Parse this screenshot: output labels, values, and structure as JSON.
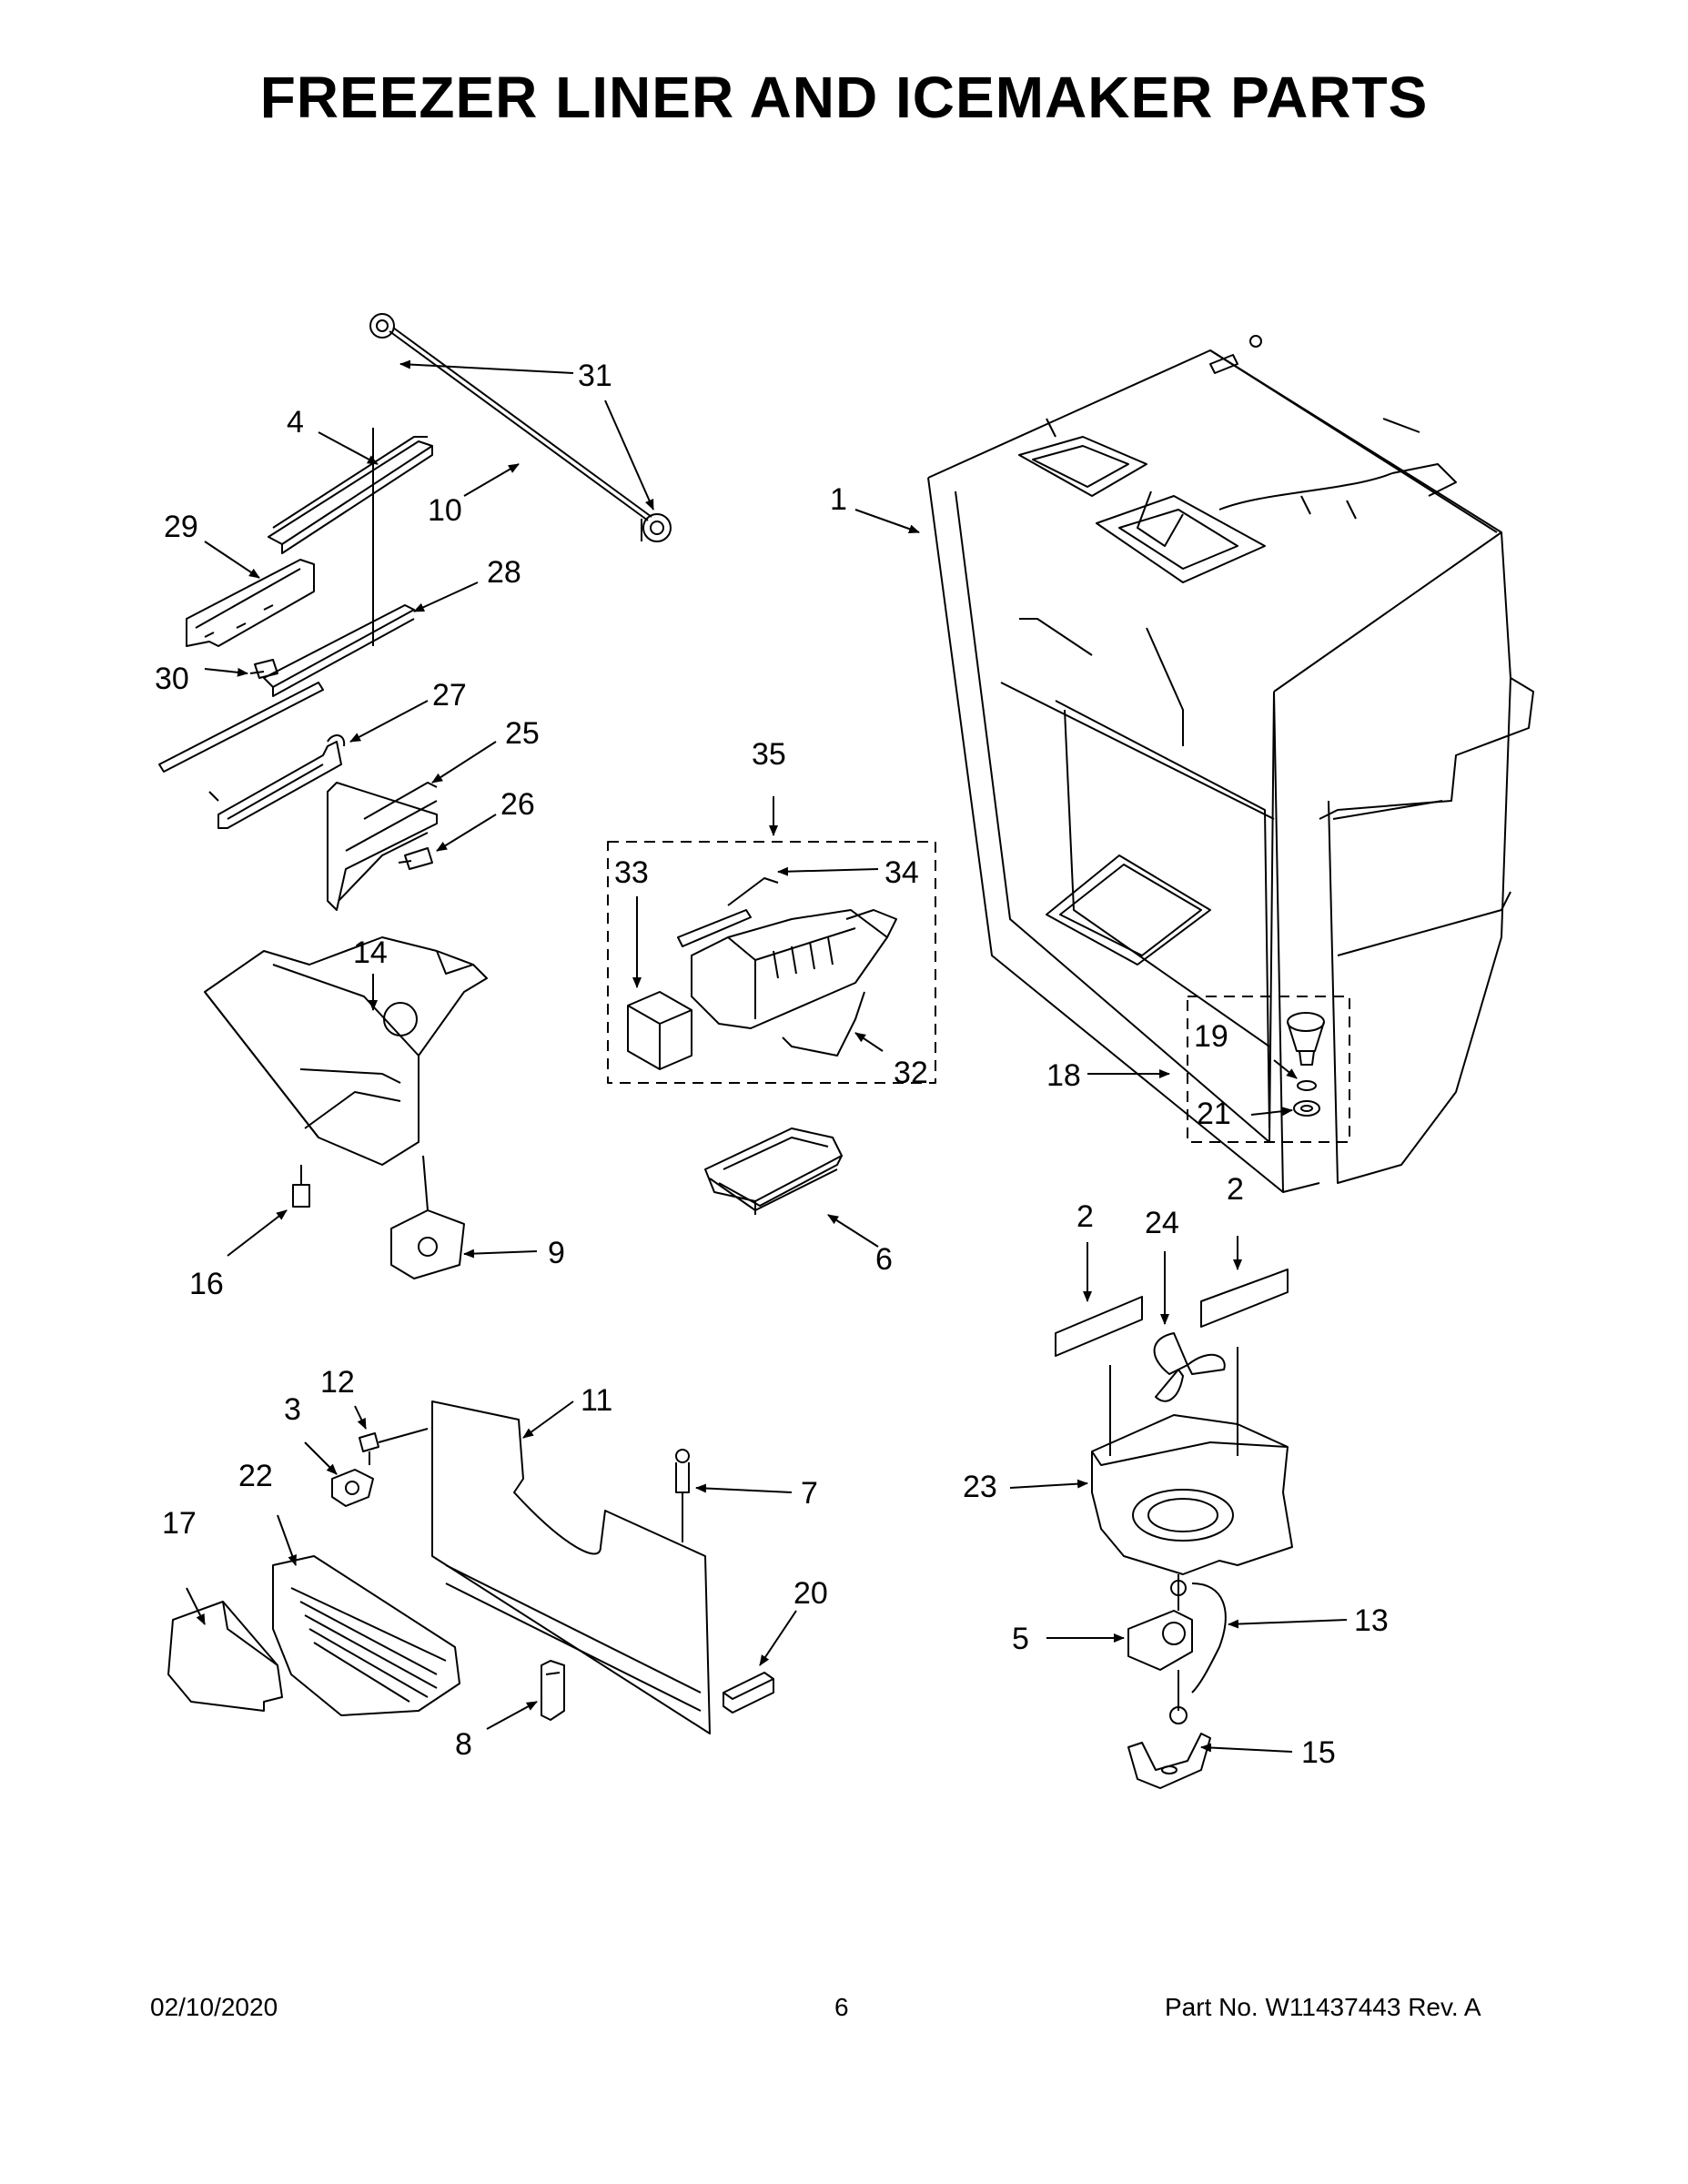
{
  "title": "FREEZER LINER AND ICEMAKER PARTS",
  "callouts": {
    "n1": "1",
    "n2a": "2",
    "n2b": "2",
    "n3": "3",
    "n4": "4",
    "n5": "5",
    "n6": "6",
    "n7": "7",
    "n8": "8",
    "n9": "9",
    "n10": "10",
    "n11": "11",
    "n12": "12",
    "n13": "13",
    "n14": "14",
    "n15": "15",
    "n16": "16",
    "n17": "17",
    "n18": "18",
    "n19": "19",
    "n20": "20",
    "n21": "21",
    "n22": "22",
    "n23": "23",
    "n24": "24",
    "n25": "25",
    "n26": "26",
    "n27": "27",
    "n28": "28",
    "n29": "29",
    "n30": "30",
    "n31": "31",
    "n32": "32",
    "n33": "33",
    "n34": "34",
    "n35": "35"
  },
  "footer": {
    "date": "02/10/2020",
    "page_number": "6",
    "part_no": "Part No.  W11437443  Rev.  A"
  }
}
